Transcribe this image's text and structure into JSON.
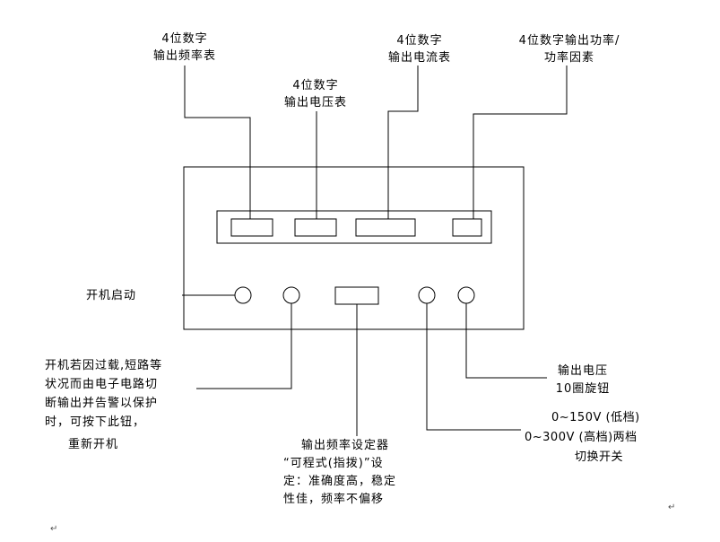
{
  "labels": {
    "freq_meter": [
      "4位数字",
      "输出频率表"
    ],
    "volt_meter": [
      "4位数字",
      "输出电压表"
    ],
    "curr_meter": [
      "4位数字",
      "输出电流表"
    ],
    "power_meter": [
      "4位数字输出功率/",
      "功率因素"
    ],
    "power_on": "开机启动",
    "reset": [
      "开机若因过载,短路等",
      "状况而由电子电路切",
      "断输出并告警以保护",
      "时，可按下此钮，",
      "重新开机"
    ],
    "freq_setter": [
      "输出频率设定器",
      "“可程式(指拨)”设",
      "定：准确度高，稳定",
      "性佳，频率不偏移"
    ],
    "range_switch": [
      "0~150V (低档)",
      "0~300V (高档)两档",
      "切换开关"
    ],
    "volt_knob": [
      "输出电压",
      "10圈旋钮"
    ]
  },
  "para_marks": [
    "↵",
    "↵"
  ]
}
